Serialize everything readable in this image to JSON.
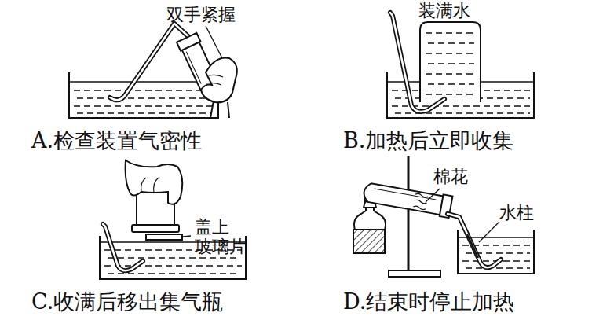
{
  "diagram": {
    "labels": [
      "双手紧握",
      "A.检查装置气密性",
      "装满水",
      "B.加热后立即收集",
      "盖上 玻璃片",
      "C.收满后移出集气瓶",
      "棉花",
      "水柱",
      "D.结束时停止加热"
    ]
  }
}
